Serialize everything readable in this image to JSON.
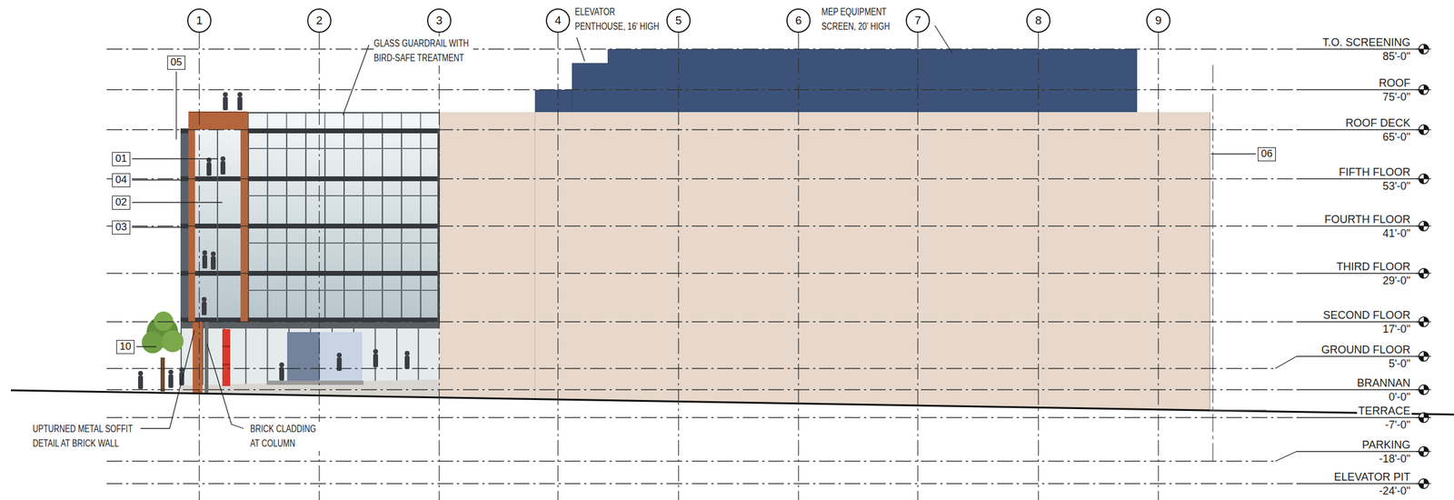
{
  "diagram": {
    "nodes": [
      {
        "text": [
          "1"
        ]
      },
      {
        "text": [
          "2"
        ]
      },
      {
        "text": [
          "3"
        ]
      },
      {
        "text": [
          "4"
        ]
      },
      {
        "text": [
          "5"
        ]
      },
      {
        "text": [
          "6"
        ]
      },
      {
        "text": [
          "7"
        ]
      },
      {
        "text": [
          "8"
        ]
      },
      {
        "text": [
          "9"
        ]
      },
      {
        "text": [
          "05"
        ]
      },
      {
        "text": [
          "01"
        ]
      },
      {
        "text": [
          "04"
        ]
      },
      {
        "text": [
          "02"
        ]
      },
      {
        "text": [
          "03"
        ]
      },
      {
        "text": [
          "10"
        ]
      },
      {
        "text": [
          "06"
        ]
      }
    ],
    "labels": [
      "ELEVATOR PENTHOUSE, 16' HIGH",
      "MEP EQUIPMENT SCREEN, 20' HIGH",
      "GLASS GUARDRAIL WITH BIRD-SAFE TREATMENT",
      "T.O. SCREENING",
      "85'-0\"",
      "ROOF",
      "75'-0\"",
      "ROOF DECK",
      "65'-0\"",
      "FIFTH FLOOR",
      "53'-0\"",
      "FOURTH FLOOR",
      "41'-0\"",
      "THIRD FLOOR",
      "29'-0\"",
      "SECOND FLOOR",
      "17'-0\"",
      "GROUND FLOOR",
      "5'-0\"",
      "BRANNAN",
      "0'-0\"",
      "TERRACE",
      "-7'-0\"",
      "PARKING",
      "-18'-0\"",
      "ELEVATOR PIT",
      "-24'-0\"",
      "UPTURNED METAL SOFFIT DETAIL AT BRICK WALL",
      "BRICK CLADDING AT COLUMN"
    ]
  }
}
